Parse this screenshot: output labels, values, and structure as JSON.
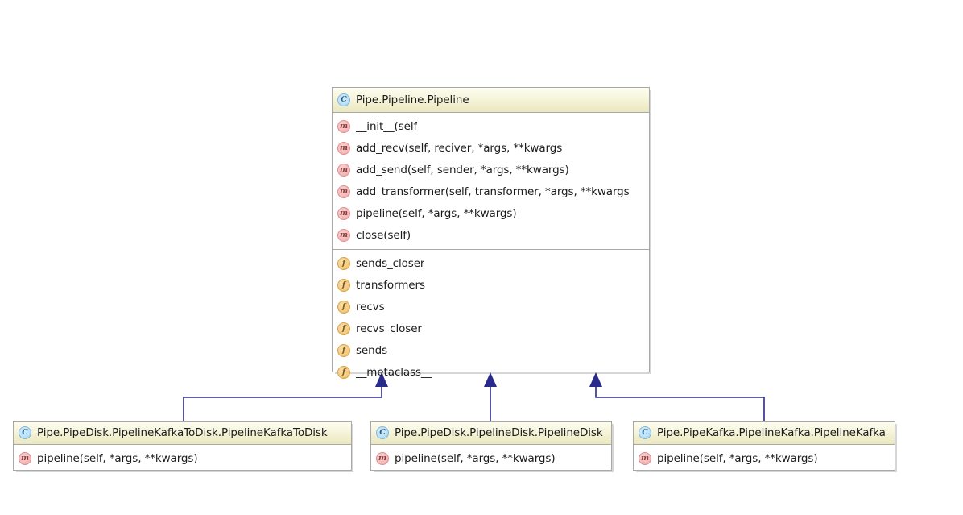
{
  "diagram": {
    "type": "uml-class-diagram",
    "relationship": "generalization",
    "arrow_color": "#2a2a8c",
    "box_border_color": "#a9a9a9",
    "header_gradient": [
      "#fdfdf0",
      "#eae7bf"
    ],
    "background": "#ffffff"
  },
  "parent_class": {
    "icon": "class-icon",
    "icon_letter": "C",
    "title": "Pipe.Pipeline.Pipeline",
    "methods": [
      {
        "icon": "method-icon",
        "icon_letter": "m",
        "label": "__init__(self"
      },
      {
        "icon": "method-icon",
        "icon_letter": "m",
        "label": "add_recv(self, reciver, *args, **kwargs"
      },
      {
        "icon": "method-icon",
        "icon_letter": "m",
        "label": "add_send(self, sender, *args, **kwargs)"
      },
      {
        "icon": "method-icon",
        "icon_letter": "m",
        "label": "add_transformer(self, transformer, *args, **kwargs"
      },
      {
        "icon": "method-icon",
        "icon_letter": "m",
        "label": "pipeline(self, *args, **kwargs)"
      },
      {
        "icon": "method-icon",
        "icon_letter": "m",
        "label": "close(self)"
      }
    ],
    "fields": [
      {
        "icon": "field-icon",
        "icon_letter": "f",
        "label": "sends_closer"
      },
      {
        "icon": "field-icon",
        "icon_letter": "f",
        "label": "transformers"
      },
      {
        "icon": "field-icon",
        "icon_letter": "f",
        "label": "recvs"
      },
      {
        "icon": "field-icon",
        "icon_letter": "f",
        "label": "recvs_closer"
      },
      {
        "icon": "field-icon",
        "icon_letter": "f",
        "label": "sends"
      },
      {
        "icon": "field-icon",
        "icon_letter": "f",
        "label": "__metaclass__"
      }
    ]
  },
  "subclasses": [
    {
      "icon": "class-icon",
      "icon_letter": "C",
      "title": "Pipe.PipeDisk.PipelineKafkaToDisk.PipelineKafkaToDisk",
      "methods": [
        {
          "icon": "method-icon",
          "icon_letter": "m",
          "label": "pipeline(self, *args, **kwargs)"
        }
      ]
    },
    {
      "icon": "class-icon",
      "icon_letter": "C",
      "title": "Pipe.PipeDisk.PipelineDisk.PipelineDisk",
      "methods": [
        {
          "icon": "method-icon",
          "icon_letter": "m",
          "label": "pipeline(self, *args, **kwargs)"
        }
      ]
    },
    {
      "icon": "class-icon",
      "icon_letter": "C",
      "title": "Pipe.PipeKafka.PipelineKafka.PipelineKafka",
      "methods": [
        {
          "icon": "method-icon",
          "icon_letter": "m",
          "label": "pipeline(self, *args, **kwargs)"
        }
      ]
    }
  ]
}
